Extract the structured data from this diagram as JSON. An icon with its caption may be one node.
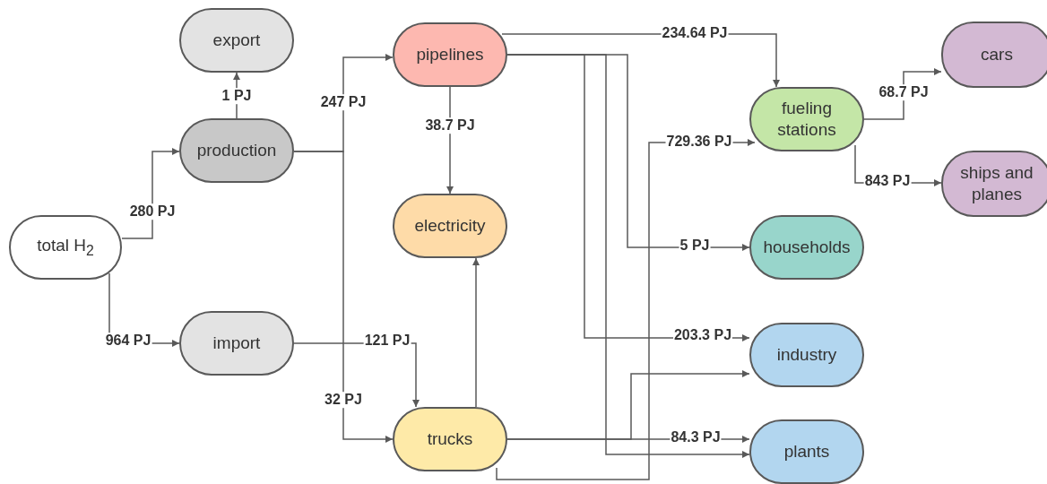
{
  "diagram": {
    "nodes": [
      {
        "text": [
          "total H$_{2}$"
        ]
      },
      {
        "text": [
          "export"
        ]
      },
      {
        "text": [
          "production"
        ]
      },
      {
        "text": [
          "import"
        ]
      },
      {
        "text": [
          "pipelines"
        ]
      },
      {
        "text": [
          "electricity"
        ]
      },
      {
        "text": [
          "trucks"
        ]
      },
      {
        "text": [
          "fueling stations"
        ]
      },
      {
        "text": [
          "cars"
        ]
      },
      {
        "text": [
          "ships and planes"
        ]
      },
      {
        "text": [
          "households"
        ]
      },
      {
        "text": [
          "industry"
        ]
      },
      {
        "text": [
          "plants"
        ]
      }
    ],
    "edges": [
      {
        "from": 0,
        "to": 2,
        "arrow": "to",
        "label": "280 PJ"
      },
      {
        "from": 0,
        "to": 3,
        "arrow": "to",
        "label": "964 PJ"
      },
      {
        "from": 2,
        "to": 1,
        "arrow": "to",
        "label": "1 PJ"
      },
      {
        "from": 2,
        "to": 4,
        "arrow": "to",
        "label": "247 PJ"
      },
      {
        "from": 2,
        "to": 6,
        "arrow": "to",
        "label": "32 PJ"
      },
      {
        "from": 3,
        "to": 6,
        "arrow": "to",
        "label": "121 PJ"
      },
      {
        "from": 4,
        "to": 5,
        "arrow": "to",
        "label": "38.7 PJ"
      },
      {
        "from": 6,
        "to": 5,
        "arrow": "to"
      },
      {
        "from": 4,
        "to": 7,
        "arrow": "to",
        "label": "234.64 PJ"
      },
      {
        "from": 4,
        "to": 10,
        "arrow": "to",
        "label": "5 PJ"
      },
      {
        "from": 4,
        "to": 11,
        "arrow": "to",
        "label": "203.3 PJ"
      },
      {
        "from": 4,
        "to": 12,
        "arrow": "to"
      },
      {
        "from": 6,
        "to": 7,
        "arrow": "to",
        "label": "729.36 PJ"
      },
      {
        "from": 6,
        "to": 11,
        "arrow": "to"
      },
      {
        "from": 6,
        "to": 12,
        "arrow": "to",
        "label": "84.3 PJ"
      },
      {
        "from": 7,
        "to": 8,
        "arrow": "to",
        "label": "68.7 PJ"
      },
      {
        "from": 7,
        "to": 9,
        "arrow": "to",
        "label": "843 PJ"
      }
    ]
  }
}
